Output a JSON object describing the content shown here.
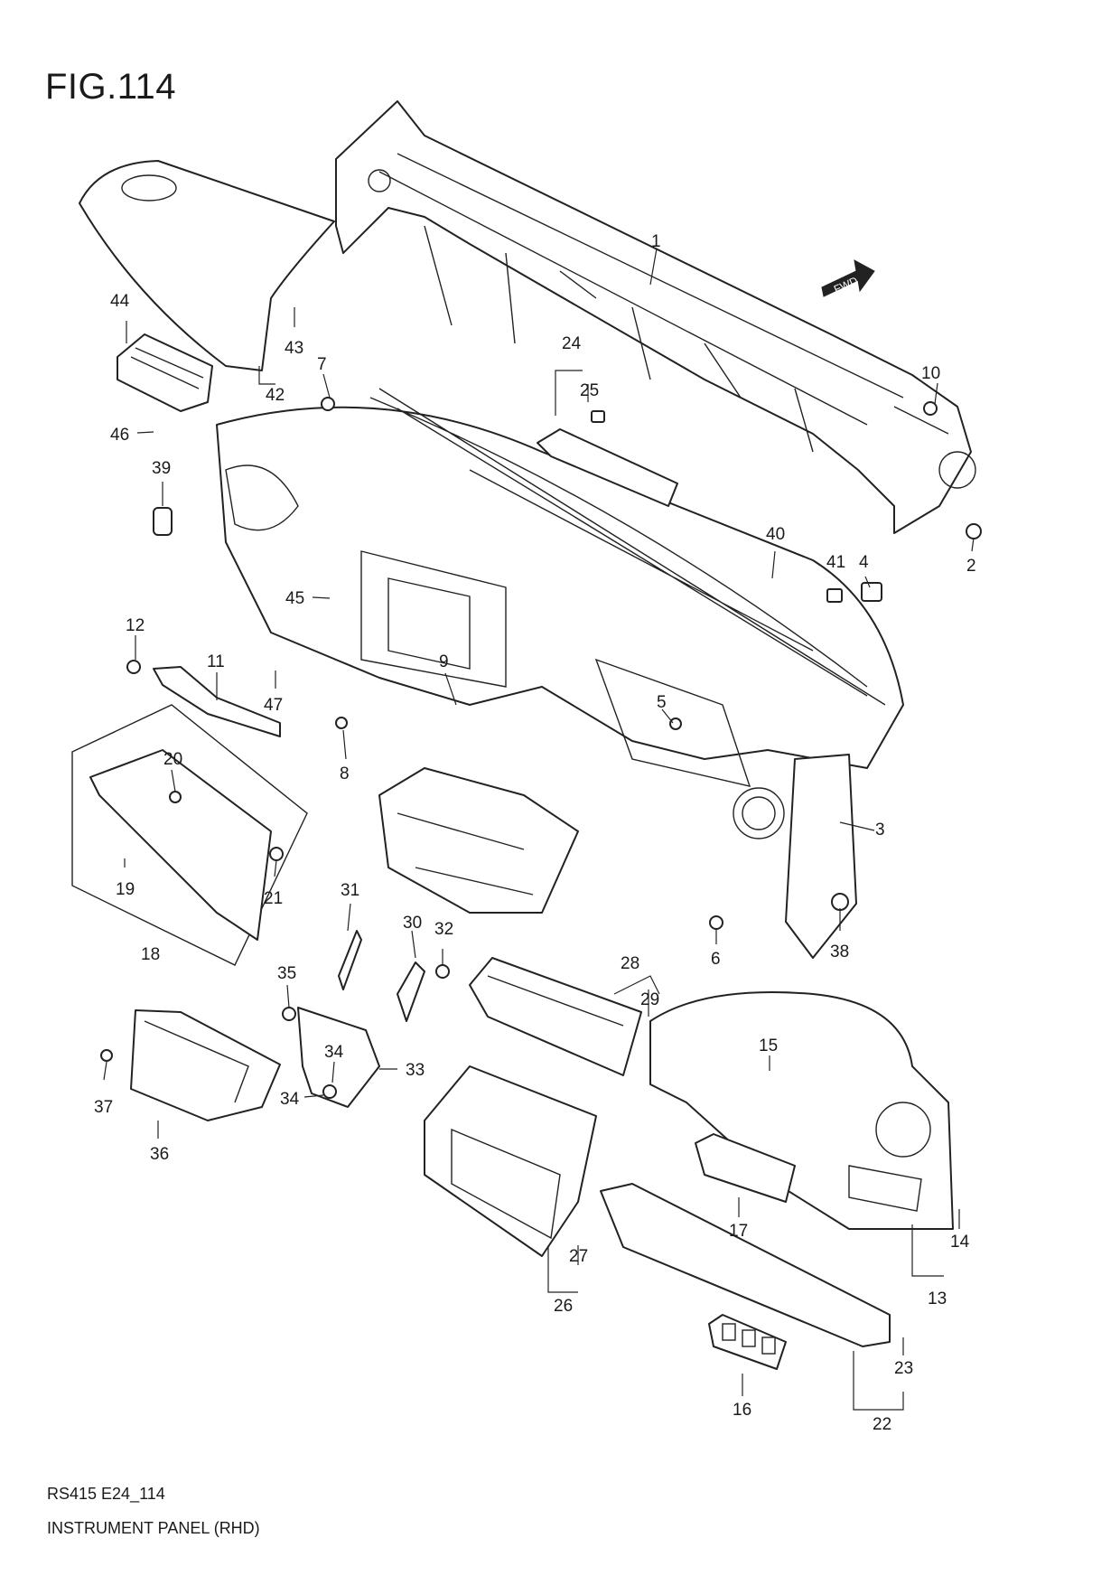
{
  "figure_title": "FIG.114",
  "footer": {
    "code": "RS415 E24_114",
    "name": "INSTRUMENT PANEL (RHD)"
  },
  "fwd_arrow_label": "FWD",
  "callouts": [
    "1",
    "2",
    "3",
    "4",
    "5",
    "6",
    "7",
    "8",
    "9",
    "10",
    "11",
    "12",
    "13",
    "14",
    "15",
    "16",
    "17",
    "19",
    "18",
    "20",
    "21",
    "22",
    "23",
    "24",
    "25",
    "26",
    "27",
    "28",
    "29",
    "30",
    "31",
    "32",
    "33",
    "34",
    "34",
    "35",
    "36",
    "37",
    "38",
    "39",
    "40",
    "41",
    "42",
    "43",
    "44",
    "45",
    "46",
    "47"
  ]
}
